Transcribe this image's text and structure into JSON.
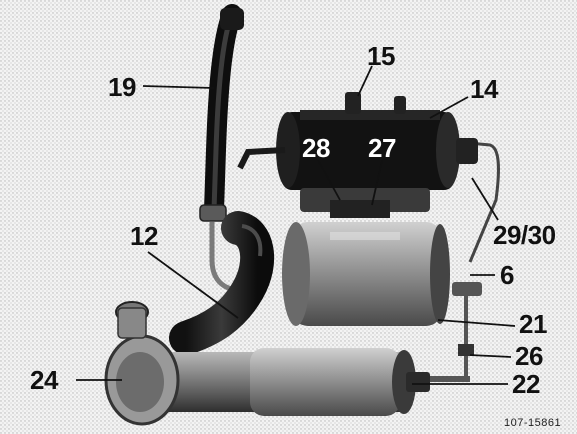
{
  "diagram": {
    "callouts": {
      "c19": "19",
      "c15": "15",
      "c14": "14",
      "c28": "28",
      "c27": "27",
      "c2930": "29/30",
      "c12": "12",
      "c6": "6",
      "c21": "21",
      "c26": "26",
      "c24": "24",
      "c22": "22"
    },
    "figure_code": "107-15861"
  }
}
